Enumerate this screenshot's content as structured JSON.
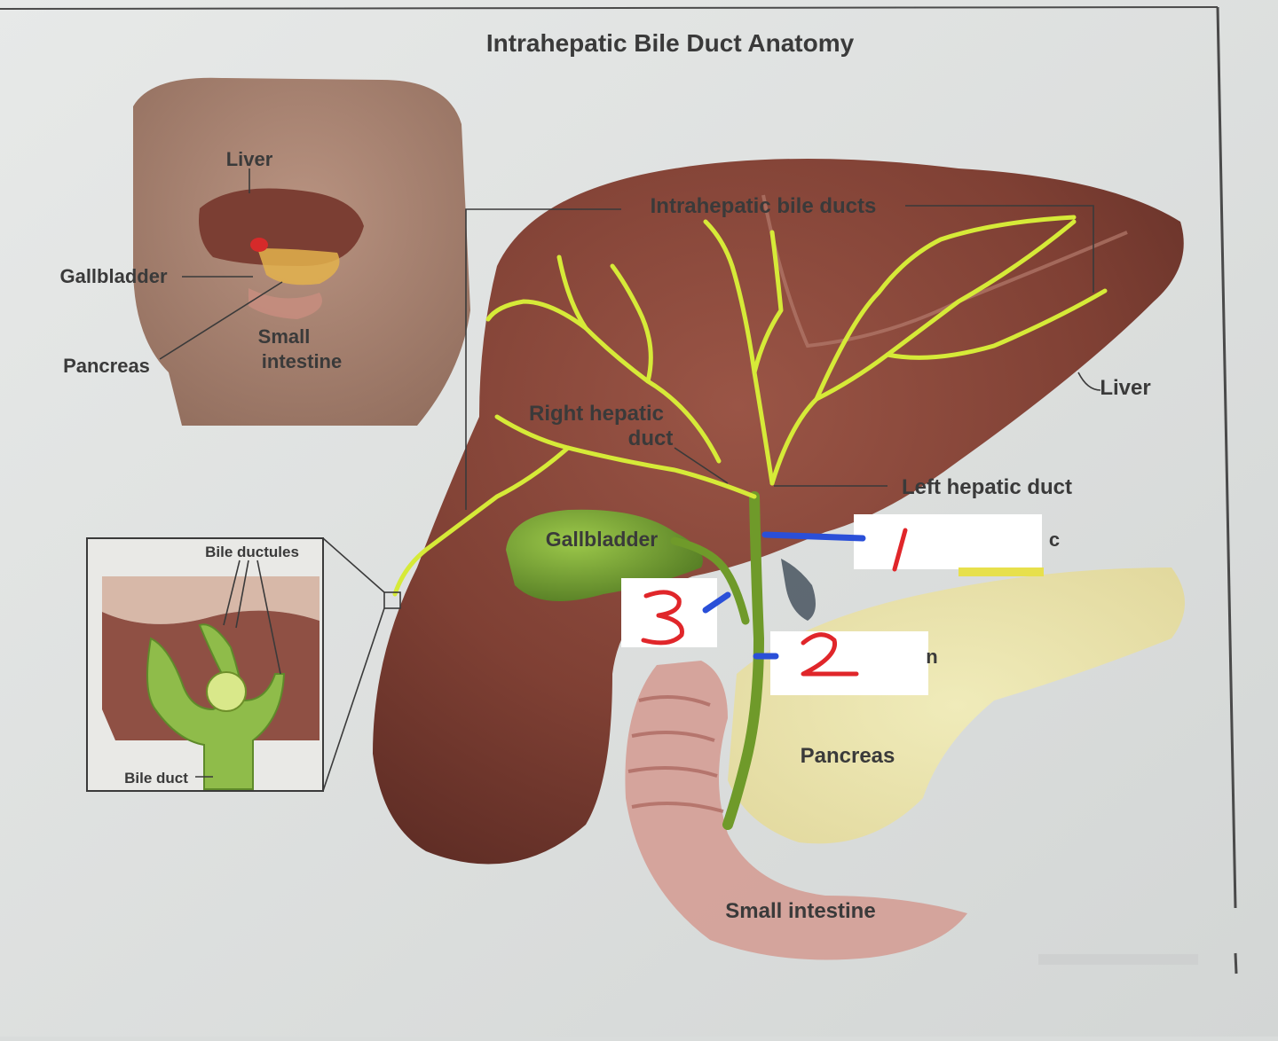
{
  "diagram": {
    "title": "Intrahepatic Bile Duct Anatomy",
    "torso_labels": {
      "liver": "Liver",
      "gallbladder": "Gallbladder",
      "pancreas": "Pancreas",
      "small_intestine_line1": "Small",
      "small_intestine_line2": "intestine"
    },
    "inset_labels": {
      "bile_ductules": "Bile ductules",
      "bile_duct": "Bile duct"
    },
    "main_labels": {
      "intrahepatic_bile_ducts": "Intrahepatic bile ducts",
      "liver": "Liver",
      "right_hepatic_duct_line1": "Right hepatic",
      "right_hepatic_duct_line2": "duct",
      "left_hepatic_duct": "Left hepatic duct",
      "gallbladder": "Gallbladder",
      "pancreas": "Pancreas",
      "small_intestine": "Small intestine",
      "cut_letter_1": "c",
      "cut_letter_2": "n"
    },
    "handwritten_numbers": [
      "1",
      "2",
      "3"
    ],
    "colors": {
      "duct_yellow": "#d6ea38",
      "liver_brown": "#8a4a3e",
      "gallbladder_green": "#6f9a2a",
      "ink_red": "#e0262a",
      "ink_blue": "#2a4fd8"
    }
  }
}
